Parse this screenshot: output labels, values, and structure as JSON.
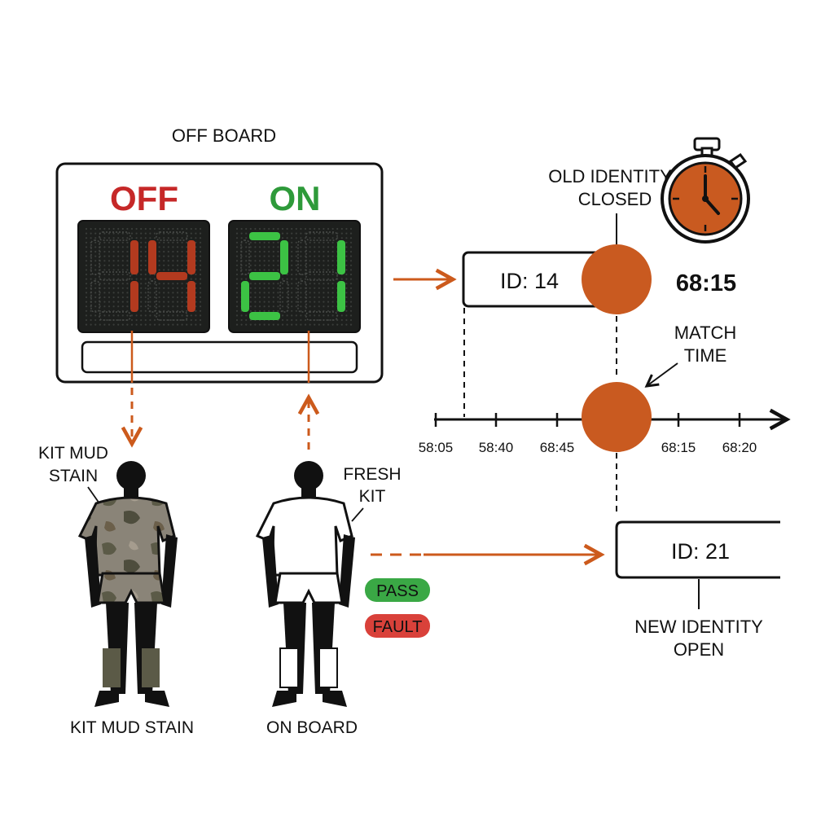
{
  "board": {
    "caption": "OFF BOARD",
    "off_label": "OFF",
    "on_label": "ON",
    "off_number": "14",
    "on_number": "21",
    "colors": {
      "off": "#c62828",
      "on": "#2e9a3a",
      "digit_off": "#b33a1f",
      "digit_on": "#3cc244"
    }
  },
  "players": {
    "left_callout": [
      "KIT MUD",
      "STAIN"
    ],
    "left_caption": "KIT MUD STAIN",
    "right_callout": [
      "FRESH",
      "KIT"
    ],
    "right_caption": "ON BOARD"
  },
  "status": {
    "pass": "PASS",
    "fault": "FAULT",
    "pass_color": "#3aa845",
    "fault_color": "#d9413a"
  },
  "identity": {
    "old_id": "ID: 14",
    "old_caption": [
      "OLD IDENTITY",
      "CLOSED"
    ],
    "new_id": "ID: 21",
    "new_caption": [
      "NEW IDENTITY",
      "OPEN"
    ]
  },
  "clock": {
    "time": "68:15",
    "icon": "stopwatch-icon"
  },
  "timeline": {
    "match_time_label": [
      "MATCH",
      "TIME"
    ],
    "ticks": [
      "58:05",
      "58:40",
      "68:45",
      "68:15",
      "68:20"
    ]
  },
  "accent_color": "#cc5a1c"
}
